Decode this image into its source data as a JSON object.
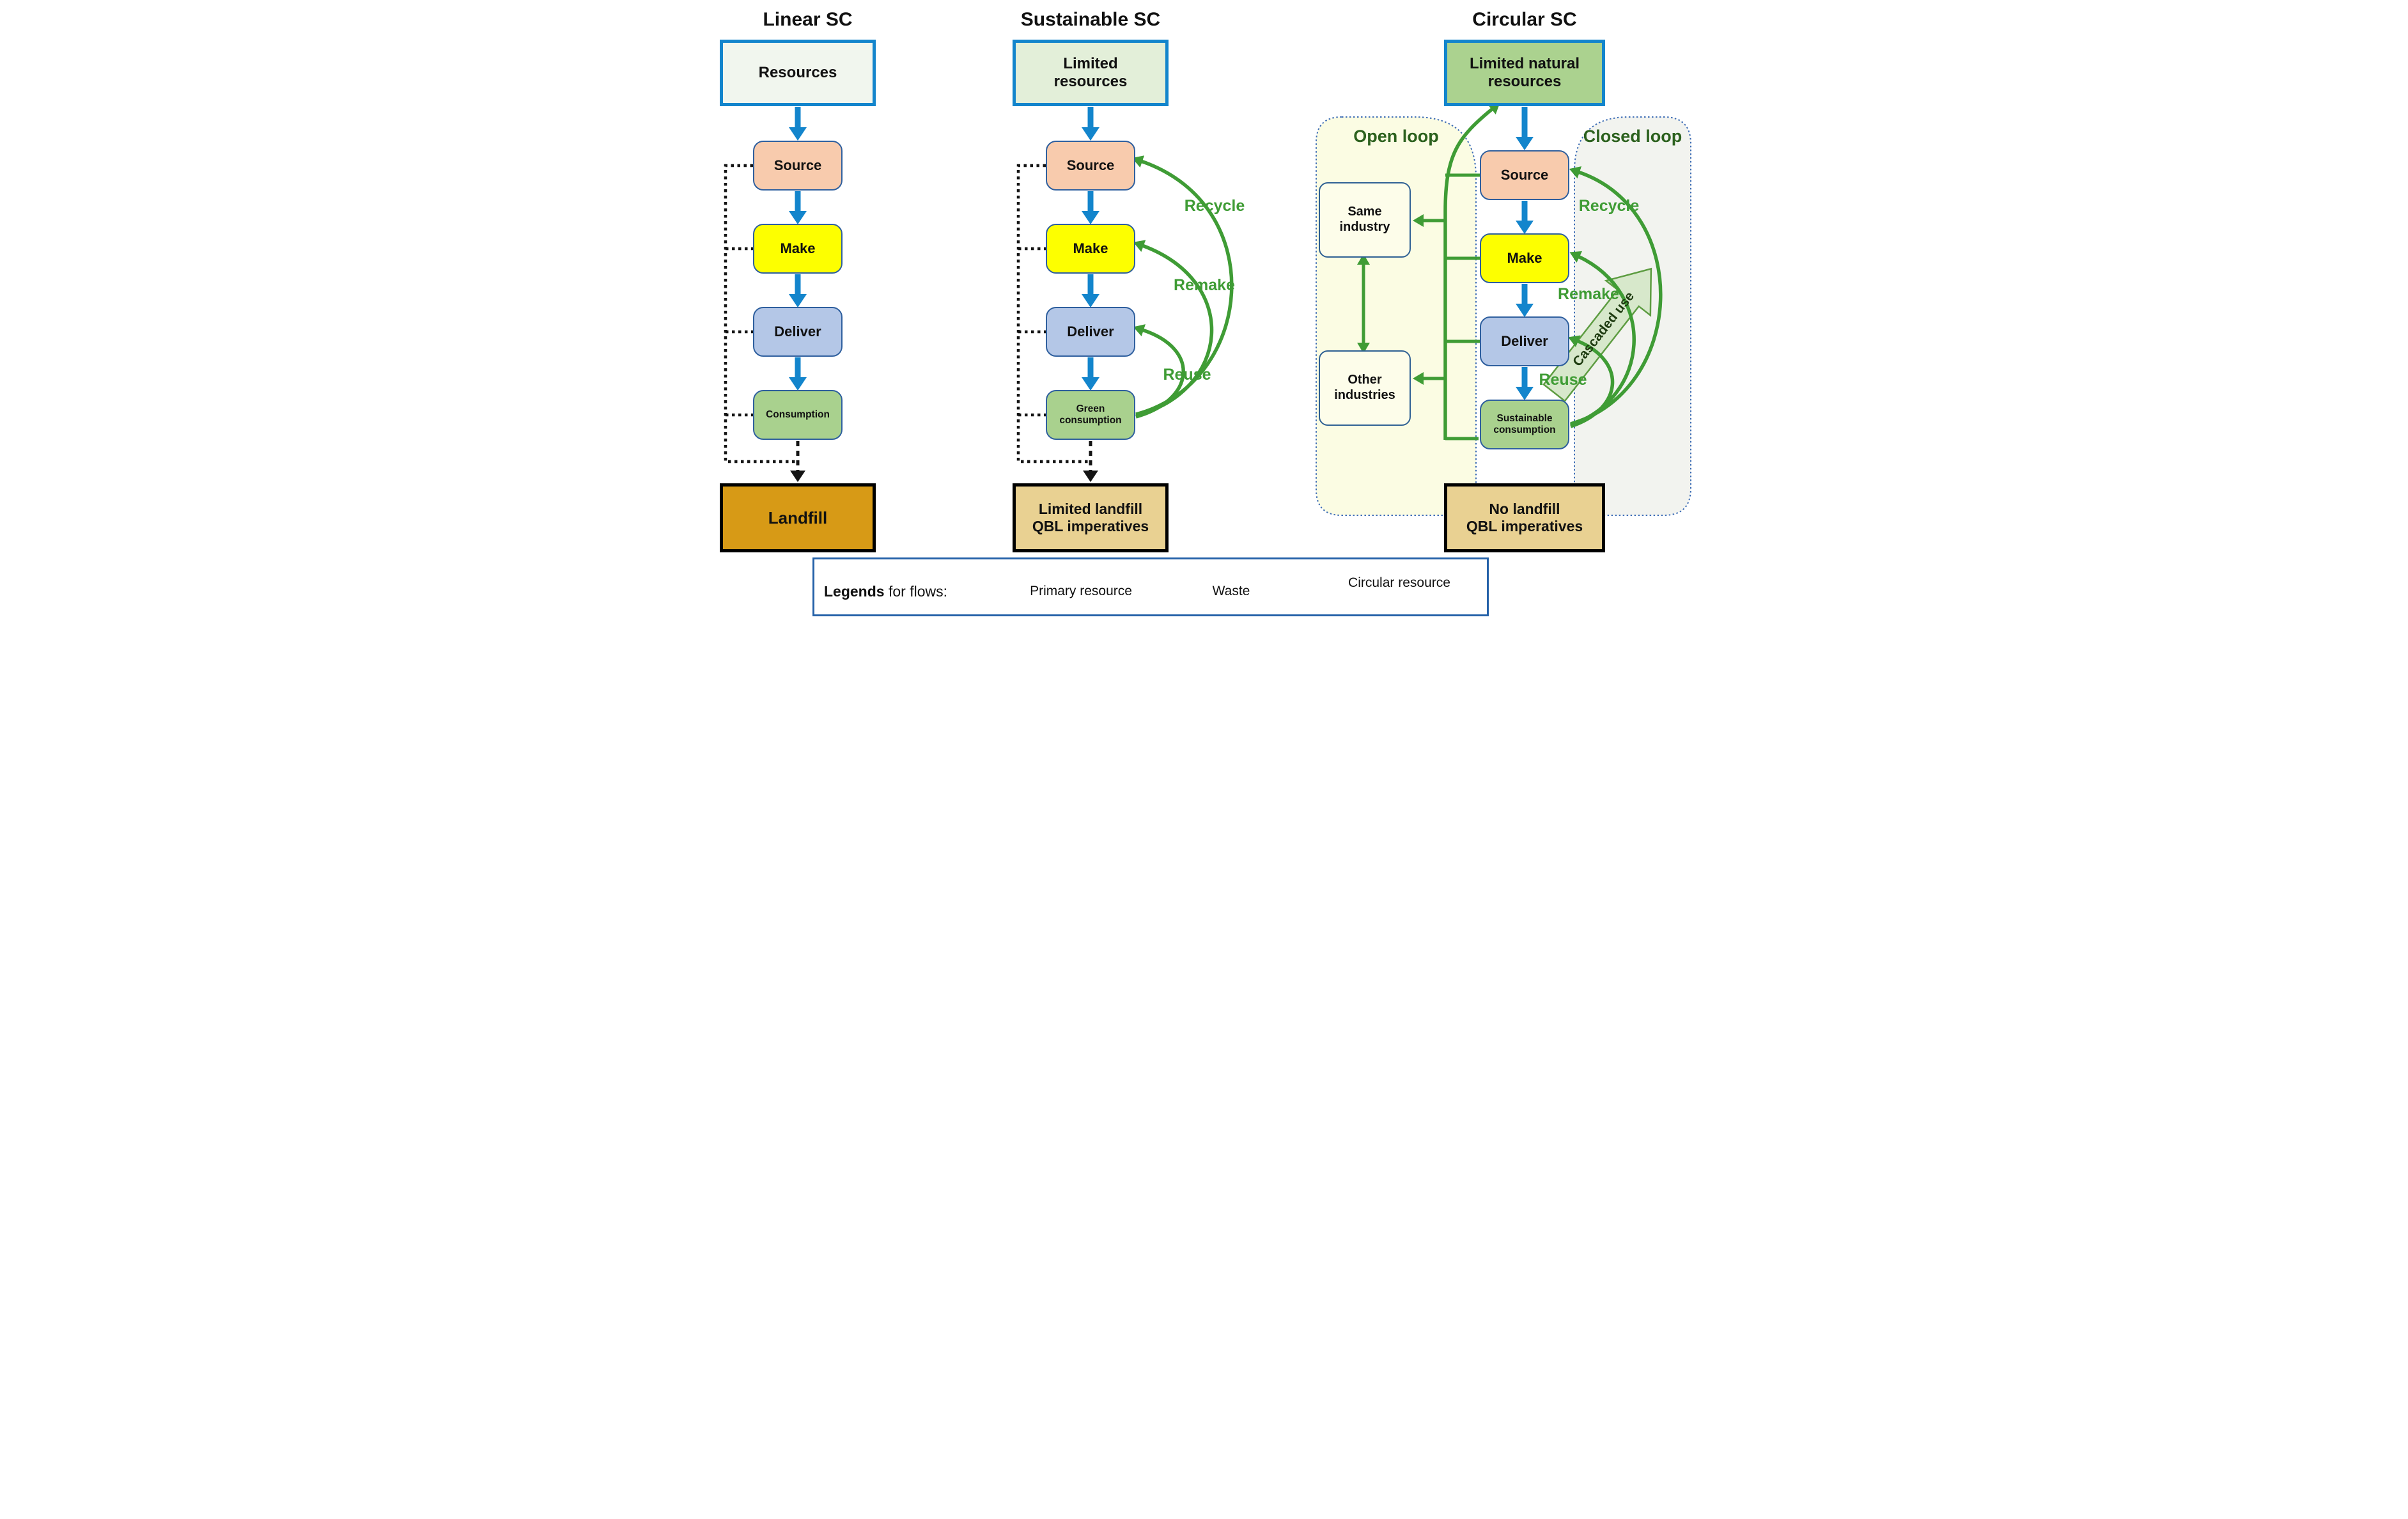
{
  "linear": {
    "title": "Linear SC",
    "resources": "Resources",
    "source": "Source",
    "make": "Make",
    "deliver": "Deliver",
    "consumption": "Consumption",
    "sink": "Landfill"
  },
  "sustainable": {
    "title": "Sustainable SC",
    "resources": "Limited\nresources",
    "source": "Source",
    "make": "Make",
    "deliver": "Deliver",
    "consumption": "Green\nconsumption",
    "recycle": "Recycle",
    "remake": "Remake",
    "reuse": "Reuse",
    "sink": "Limited landfill\nQBL imperatives"
  },
  "circular": {
    "title": "Circular SC",
    "resources": "Limited natural\nresources",
    "open_loop": "Open loop",
    "closed_loop": "Closed loop",
    "same_industry": "Same\nindustry",
    "other_industries": "Other\nindustries",
    "source": "Source",
    "make": "Make",
    "deliver": "Deliver",
    "consumption": "Sustainable\nconsumption",
    "recycle": "Recycle",
    "remake": "Remake",
    "reuse": "Reuse",
    "cascaded": "Cascaded use",
    "sink": "No landfill\nQBL imperatives"
  },
  "legend": {
    "heading_bold": "Legends",
    "heading_rest": " for flows:",
    "items": [
      {
        "label": "Primary resource",
        "type": "primary-resource-arrow"
      },
      {
        "label": "Waste",
        "type": "waste-arrow"
      },
      {
        "label": "Circular resource",
        "type": "circular-resource-arrow"
      }
    ]
  },
  "colors": {
    "primary_flow_blue": "#1385cc",
    "waste_black": "#141414",
    "circular_flow_green": "#3f9c35",
    "dark_green_label": "#2c611e",
    "resources_border_blue": "#1385cc",
    "stage_border_blue": "#2e5f9e",
    "source_fill": "#f8cbad",
    "make_fill": "#fdff00",
    "deliver_fill": "#b4c7e7",
    "consumption_fill": "#a9d18e",
    "linear_resources_fill": "#f1f6ee",
    "sustainable_resources_fill": "#e3efd9",
    "circular_resources_fill": "#abd28f",
    "landfill_fill": "#d79a16",
    "qbl_fill": "#e9d192",
    "open_loop_fill": "#fbfce3",
    "closed_loop_fill": "#f2f3ef",
    "cascade_fill": "#d7e8cb"
  }
}
